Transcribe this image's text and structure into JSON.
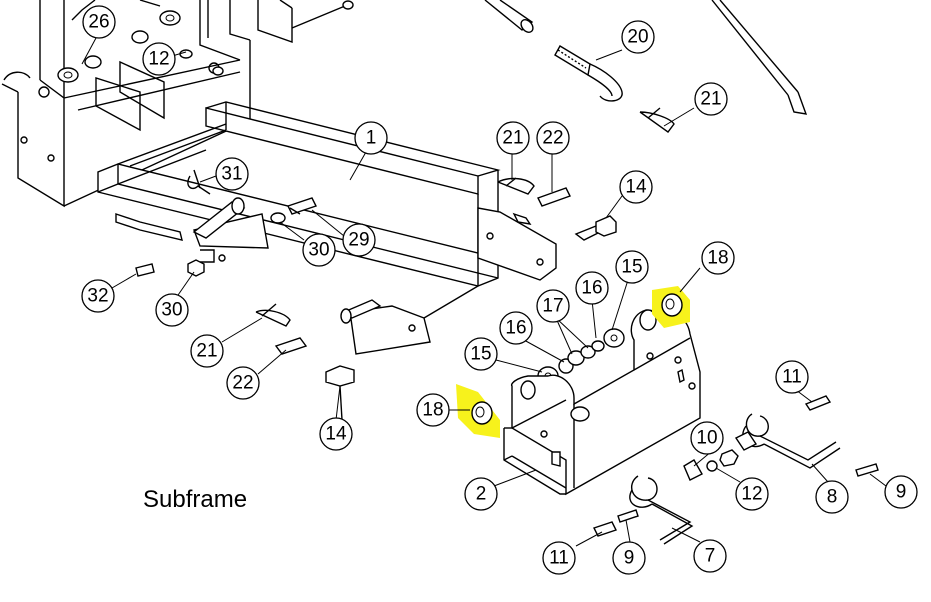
{
  "caption": "Subframe",
  "highlight_color": "#f7f21c",
  "callouts": {
    "c26": "26",
    "c12a": "12",
    "c20": "20",
    "c21a": "21",
    "c1": "1",
    "c21b": "21",
    "c22a": "22",
    "c31": "31",
    "c14a": "14",
    "c30a": "30",
    "c29": "29",
    "c18a": "18",
    "c15a": "15",
    "c16a": "16",
    "c17": "17",
    "c32": "32",
    "c30b": "30",
    "c16b": "16",
    "c15b": "15",
    "c21c": "21",
    "c22b": "22",
    "c11a": "11",
    "c18b": "18",
    "c10": "10",
    "c12b": "12",
    "c14b": "14",
    "c2": "2",
    "c8": "8",
    "c9a": "9",
    "c11b": "11",
    "c9b": "9",
    "c7": "7"
  }
}
